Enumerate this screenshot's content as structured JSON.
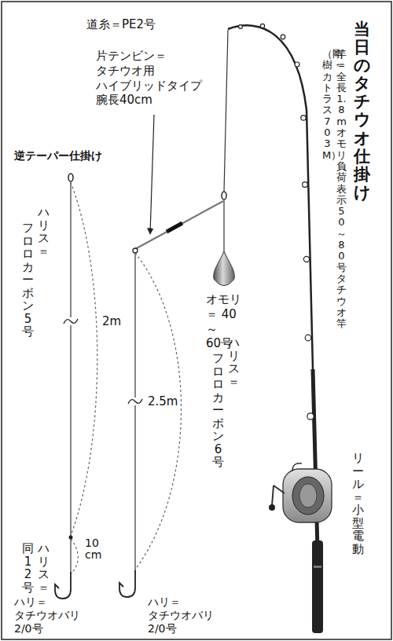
{
  "diagram": {
    "title": "当日のタチウオ仕掛け",
    "labels": [
      "道糸＝PE2号",
      "片テンビン＝ タチウオ用 ハイブリッドタイプ 腕長40cm",
      "竿＝全長1.8m オモリ負荷表示50～80号 タチウオ竿",
      "（剛樹・カトラス 703M）",
      "逆テーパー仕掛け",
      "ハリス＝",
      "フロロカーボン5号",
      "2m",
      "オモリ＝ 40～60号",
      "ハリス＝",
      "フロロカーボン6号",
      "2.5m",
      "リール＝小型電動",
      "ハリス＝",
      "同12号",
      "10 cm",
      "ハリ＝ タチウオバリ 2/0号",
      "ハリ＝ タチウオバリ 2/0号"
    ]
  }
}
